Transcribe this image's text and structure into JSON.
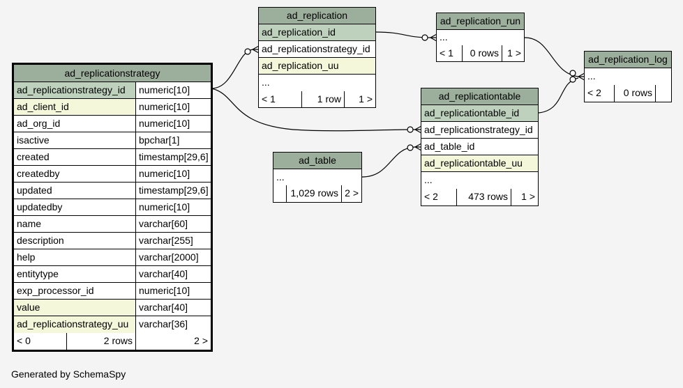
{
  "tables": {
    "ad_replicationstrategy": {
      "name": "ad_replicationstrategy",
      "columns": [
        {
          "name": "ad_replicationstrategy_id",
          "type": "numeric[10]",
          "kind": "pk"
        },
        {
          "name": "ad_client_id",
          "type": "numeric[10]",
          "kind": "idx"
        },
        {
          "name": "ad_org_id",
          "type": "numeric[10]",
          "kind": ""
        },
        {
          "name": "isactive",
          "type": "bpchar[1]",
          "kind": ""
        },
        {
          "name": "created",
          "type": "timestamp[29,6]",
          "kind": ""
        },
        {
          "name": "createdby",
          "type": "numeric[10]",
          "kind": ""
        },
        {
          "name": "updated",
          "type": "timestamp[29,6]",
          "kind": ""
        },
        {
          "name": "updatedby",
          "type": "numeric[10]",
          "kind": ""
        },
        {
          "name": "name",
          "type": "varchar[60]",
          "kind": ""
        },
        {
          "name": "description",
          "type": "varchar[255]",
          "kind": ""
        },
        {
          "name": "help",
          "type": "varchar[2000]",
          "kind": ""
        },
        {
          "name": "entitytype",
          "type": "varchar[40]",
          "kind": ""
        },
        {
          "name": "exp_processor_id",
          "type": "numeric[10]",
          "kind": ""
        },
        {
          "name": "value",
          "type": "varchar[40]",
          "kind": "idx"
        },
        {
          "name": "ad_replicationstrategy_uu",
          "type": "varchar[36]",
          "kind": "idx"
        }
      ],
      "footer": {
        "parents": "< 0",
        "rows": "2 rows",
        "children": "2 >"
      }
    },
    "ad_replication": {
      "name": "ad_replication",
      "columns": [
        {
          "name": "ad_replication_id",
          "kind": "pk"
        },
        {
          "name": "ad_replicationstrategy_id",
          "kind": ""
        },
        {
          "name": "ad_replication_uu",
          "kind": "idx"
        },
        {
          "name": "...",
          "kind": ""
        }
      ],
      "footer": {
        "parents": "< 1",
        "rows": "1 row",
        "children": "1 >"
      }
    },
    "ad_replication_run": {
      "name": "ad_replication_run",
      "columns": [
        {
          "name": "...",
          "kind": ""
        }
      ],
      "footer": {
        "parents": "< 1",
        "rows": "0 rows",
        "children": "1 >"
      }
    },
    "ad_replication_log": {
      "name": "ad_replication_log",
      "columns": [
        {
          "name": "...",
          "kind": ""
        }
      ],
      "footer": {
        "parents": "< 2",
        "rows": "0 rows",
        "children": ""
      }
    },
    "ad_replicationtable": {
      "name": "ad_replicationtable",
      "columns": [
        {
          "name": "ad_replicationtable_id",
          "kind": "pk"
        },
        {
          "name": "ad_replicationstrategy_id",
          "kind": ""
        },
        {
          "name": "ad_table_id",
          "kind": ""
        },
        {
          "name": "ad_replicationtable_uu",
          "kind": "idx"
        },
        {
          "name": "...",
          "kind": ""
        }
      ],
      "footer": {
        "parents": "< 2",
        "rows": "473 rows",
        "children": "1 >"
      }
    },
    "ad_table": {
      "name": "ad_table",
      "columns": [
        {
          "name": "...",
          "kind": ""
        }
      ],
      "footer": {
        "parents": "",
        "rows": "1,029 rows",
        "children": "2 >"
      }
    }
  },
  "generated_by": "Generated by SchemaSpy",
  "colors": {
    "header": "#9cae9c",
    "primary_key": "#bed1bd",
    "indexed": "#f4f7da",
    "background": "#f4f4f4"
  }
}
